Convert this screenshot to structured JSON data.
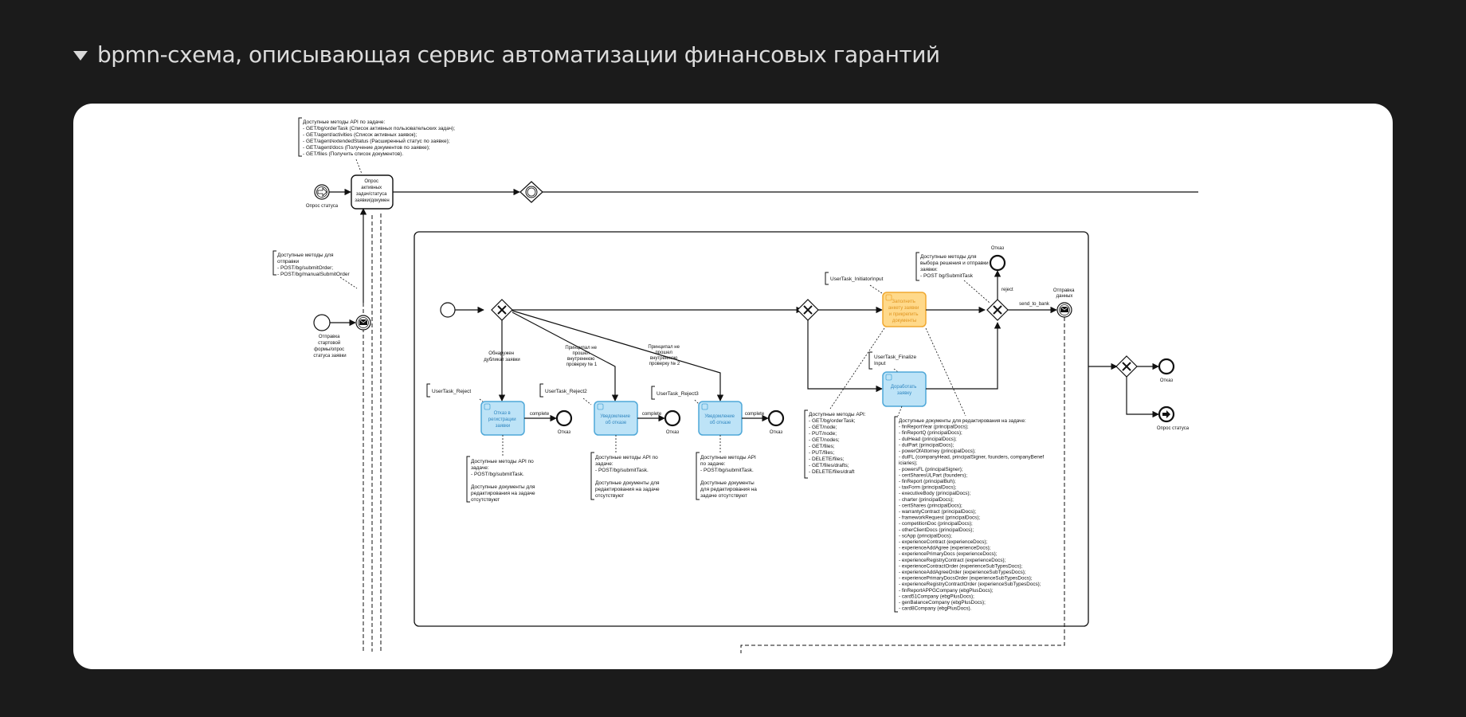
{
  "header": {
    "title": "bpmn-схема, описывающая сервис автоматизации финансовых гарантий"
  },
  "diagram": {
    "top_note": [
      "Доступные методы API по задаче:",
      "- GET/bg/orderTask (Список активных пользовательских задач);",
      "- GET/agent/activities (Список активных заявок);",
      "- GET/agent/extendedStatus (Расширенный статус по заявке);",
      "- GET/agent/docs (Получение документов по заявке);",
      "- GET/files (Получить список документов)."
    ],
    "start_status_label": "Опрос статуса",
    "poll_task_label": [
      "Опрос",
      "активных",
      "задач/статуса",
      "заявки/докумен"
    ],
    "submit_note": [
      "Доступные методы для",
      "отправки",
      "- POST/bg/submitOrder;",
      "- POST/bg/manualSubmitOrder"
    ],
    "submit_start_label": [
      "Отправка",
      "стартовой",
      "формы/опрос",
      "статуса заявки"
    ],
    "flow_dup": [
      "Обнаружен",
      "дубликат заявки"
    ],
    "flow_check1": [
      "Принципал не",
      "прошел",
      "внутреннюю",
      "проверку № 1"
    ],
    "flow_check2": [
      "Принципал не",
      "прошел",
      "внутреннюю",
      "проверку № 2"
    ],
    "reject_anno": [
      "UserTask_Reject",
      "UserTask_Reject2",
      "UserTask_Reject3"
    ],
    "task_reject1": [
      "Отказ в",
      "регистрации",
      "заявки"
    ],
    "task_notify": [
      "Уведомление",
      "об отказе"
    ],
    "complete": "complete",
    "end_reject": "Отказ",
    "submit_note_small": [
      "Доступные методы API по",
      "задаче:",
      "- POST/bg/submitTask.",
      "",
      "Доступные документы для",
      "редактирования на задаче",
      "отсутствуют"
    ],
    "submit_note_mid": [
      "Доступные методы API по",
      "задаче:",
      "- POST/bg/submitTask.",
      "",
      "Доступные документы для",
      "редактирования на задаче",
      "отсутствуют"
    ],
    "submit_note_right": [
      "Доступные методы API",
      "по задаче:",
      "- POST/bg/submitTask.",
      "",
      "Доступные документы",
      "для редактирования на",
      "задаче отсутствуют"
    ],
    "initiator_input": "UserTask_InitiatorInput",
    "task_fill": [
      "Заполнить",
      "анкету заявки",
      "и прикрепить",
      "документы"
    ],
    "finalize_input": [
      "UserTask_Finalize",
      "Input"
    ],
    "task_finalize": [
      "Доработать",
      "заявку"
    ],
    "decision_note": [
      "Доступные методы для",
      "выбора решения и отправки",
      "заявки:",
      "- POST bg/SubmitTask"
    ],
    "reject_label": "reject",
    "send_to_bank": "send_to_bank",
    "send_data_label": [
      "Отправка",
      "данных"
    ],
    "end_status_label": "Опрос статуса",
    "api_note": [
      "Доступные методы API:",
      "- GET/bg/orderTask;",
      "- GET/node;",
      "- PUT/node;",
      "- GET/nodes;",
      "- GET/files;",
      "- PUT/files;",
      "- DELETE/files;",
      "- GET/files/drafts;",
      "- DELETE/files/draft"
    ],
    "docs_note": [
      "Доступные документы для редактирования на задаче:",
      "- finReportYear (principalDocs);",
      "- finReportQ (principalDocs);",
      "- dulHead (principalDocs);",
      "- dulPart (principalDocs);",
      "- powerOfAttorney (principalDocs);",
      "- dulFL (companyHead, principalSigner, founders, companyBenef",
      "iciaries);",
      "- powersFL (principalSigner);",
      "- certSharesULPart (founders);",
      "- finReport (principalBuh);",
      "- taxForm (principalDocs);",
      "- executiveBody (principalDocs);",
      "- charter (principalDocs);",
      "- certShares (principalDocs);",
      "- warrantyContract (principalDocs);",
      "- frameworkRequest (principalDocs);",
      "- competitionDoc (principalDocs);",
      "- otherClientDocs (principalDocs);",
      "- scApp (principalDocs);",
      "- experienceContract (experienceDocs);",
      "- experienceAddAgree (experienceDocs);",
      "- experiencePrimaryDocs (experienceDocs);",
      "- experienceRegistryContract (experienceDocs);",
      "- experienceContractOrder (experienceSubTypesDocs);",
      "- experienceAddAgreeOrder (experienceSubTypesDocs);",
      "- experiencePrimaryDocsOrder (experienceSubTypesDocs);",
      "- experienceRegistryContractOrder (experienceSubTypesDocs);",
      "- finReportAPPGCompany (ebgPlusDocs);",
      "- card51Company (ebgPlusDocs);",
      "- genBalanceCompany (ebgPlusDocs);",
      "- card8Company (ebgPlusDocs)."
    ],
    "colors": {
      "task_blue_fill": "#bde3f7",
      "task_blue_stroke": "#4fa8d8",
      "task_orange_fill": "#ffd98a",
      "task_orange_stroke": "#f0a830"
    }
  }
}
